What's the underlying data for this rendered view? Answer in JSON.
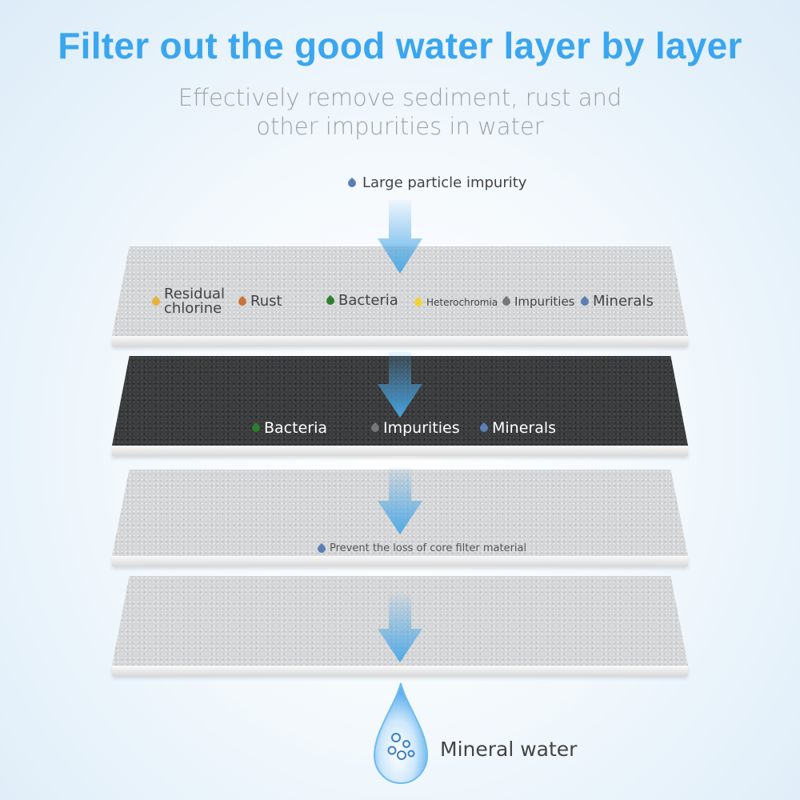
{
  "title": "Filter out the good water layer by layer",
  "subtitle_line1": "Effectively remove sediment, rust and",
  "subtitle_line2": "other impurities in water",
  "entry_label": "Large particle impurity",
  "layer1": {
    "residual_line1": "Residual",
    "residual_line2": "chlorine",
    "rust": "Rust",
    "bacteria": "Bacteria",
    "heterochromia": "Heterochromia",
    "impurities": "Impurities",
    "minerals": "Minerals"
  },
  "layer2": {
    "bacteria": "Bacteria",
    "impurities": "Impurities",
    "minerals": "Minerals"
  },
  "layer3": {
    "note": "Prevent the loss of core filter material"
  },
  "result_label": "Mineral water",
  "colors": {
    "title": "#3aa6ef",
    "arrow": "#4aa7e6",
    "drop_residual": "#e8b23a",
    "drop_rust": "#c7743a",
    "drop_bacteria": "#2f7d32",
    "drop_heterochromia": "#f2d23a",
    "drop_impurities": "#777777",
    "drop_minerals": "#5b7fb5"
  }
}
